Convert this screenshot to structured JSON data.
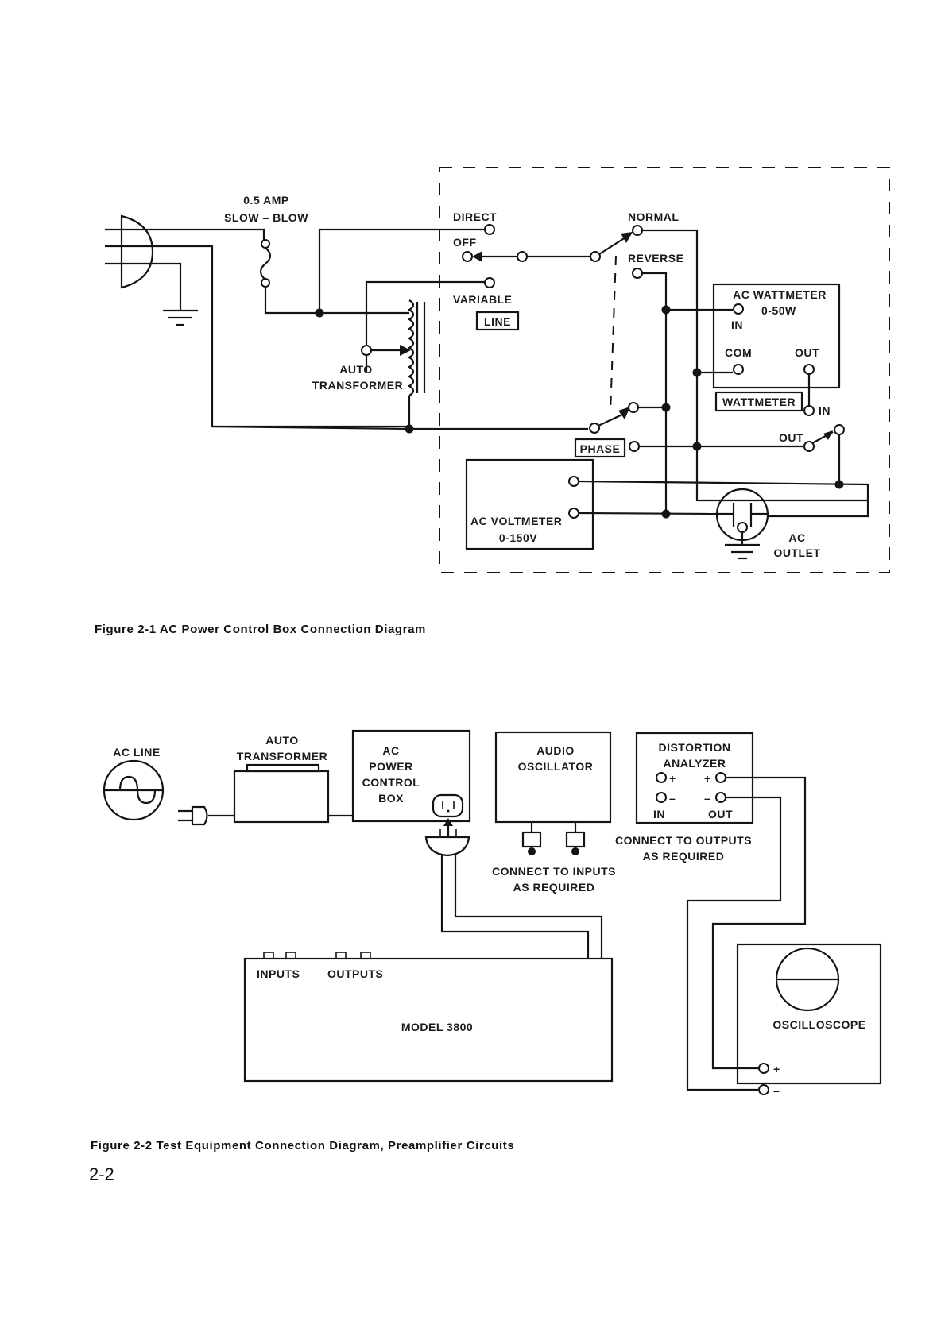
{
  "figure1": {
    "caption": "Figure 2-1  AC Power Control Box Connection Diagram",
    "fuse_label_1": "0.5  AMP",
    "fuse_label_2": "SLOW – BLOW",
    "auto_label_1": "AUTO",
    "auto_label_2": "TRANSFORMER",
    "direct": "DIRECT",
    "off": "OFF",
    "variable": "VARIABLE",
    "line_switch": "LINE",
    "normal": "NORMAL",
    "reverse": "REVERSE",
    "phase_switch": "PHASE",
    "wattmeter_title": "AC WATTMETER",
    "wattmeter_range": "0-50W",
    "wattmeter_in": "IN",
    "wattmeter_com": "COM",
    "wattmeter_out": "OUT",
    "wattmeter_switch": "WATTMETER",
    "switch_in": "IN",
    "switch_out": "OUT",
    "voltmeter_title": "AC VOLTMETER",
    "voltmeter_range": "0-150V",
    "outlet_1": "AC",
    "outlet_2": "OUTLET"
  },
  "figure2": {
    "caption": "Figure 2-2  Test Equipment Connection Diagram, Preamplifier Circuits",
    "ac_line": "AC LINE",
    "auto_1": "AUTO",
    "auto_2": "TRANSFORMER",
    "pcb_1": "AC",
    "pcb_2": "POWER",
    "pcb_3": "CONTROL",
    "pcb_4": "BOX",
    "osc_1": "AUDIO",
    "osc_2": "OSCILLATOR",
    "osc_note_1": "CONNECT TO INPUTS",
    "osc_note_2": "AS REQUIRED",
    "dist_1": "DISTORTION",
    "dist_2": "ANALYZER",
    "dist_in": "IN",
    "dist_out": "OUT",
    "plus": "+",
    "minus": "–",
    "dist_note_1": "CONNECT TO OUTPUTS",
    "dist_note_2": "AS REQUIRED",
    "model_inputs": "INPUTS",
    "model_outputs": "OUTPUTS",
    "model_name": "MODEL  3800",
    "scope": "OSCILLOSCOPE",
    "scope_plus": "+",
    "scope_minus": "–"
  },
  "page_number": "2-2"
}
